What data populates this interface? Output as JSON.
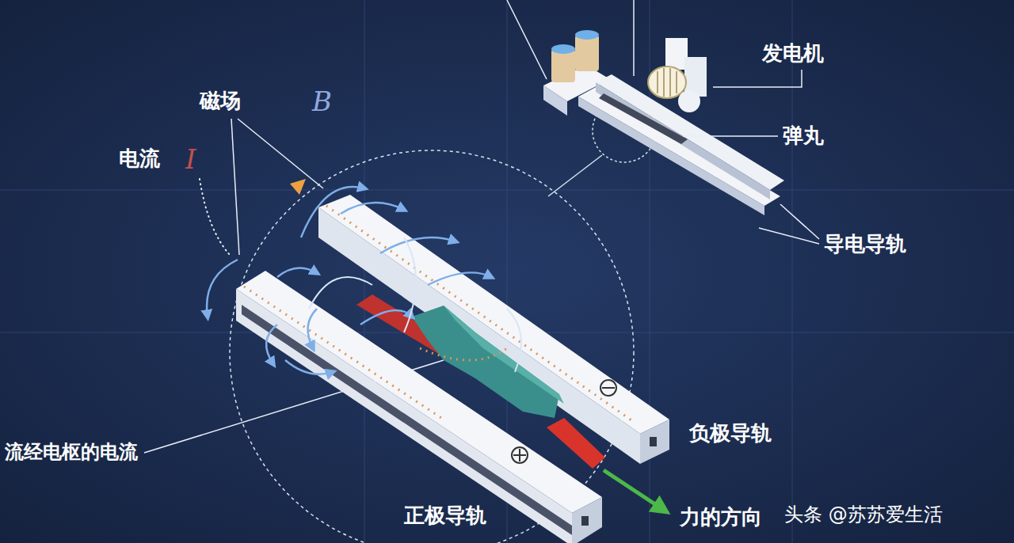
{
  "diagram": {
    "labels": [
      "磁场",
      "B",
      "电流",
      "I",
      "发电机",
      "弹丸",
      "导电导轨",
      "流经电枢的电流",
      "负极导轨",
      "正极导轨",
      "力的方向",
      "头条 @苏苏爱生活"
    ]
  }
}
